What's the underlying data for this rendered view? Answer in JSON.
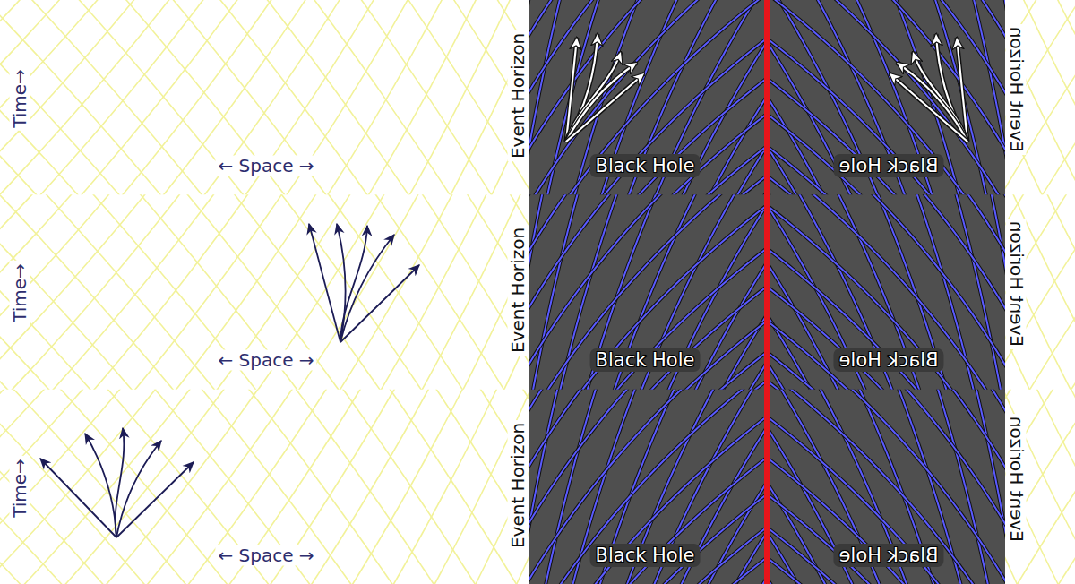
{
  "diagram": {
    "labels": [
      "Time→",
      "Event Horizon",
      "Event Horizon",
      "← Space →",
      "Black Hole",
      "Black Hole",
      "Time→",
      "Event Horizon",
      "Event Horizon",
      "← Space →",
      "Black Hole",
      "Black Hole",
      "Time→",
      "Event Horizon",
      "Event Horizon",
      "← Space →",
      "Black Hole",
      "Black Hole"
    ]
  }
}
